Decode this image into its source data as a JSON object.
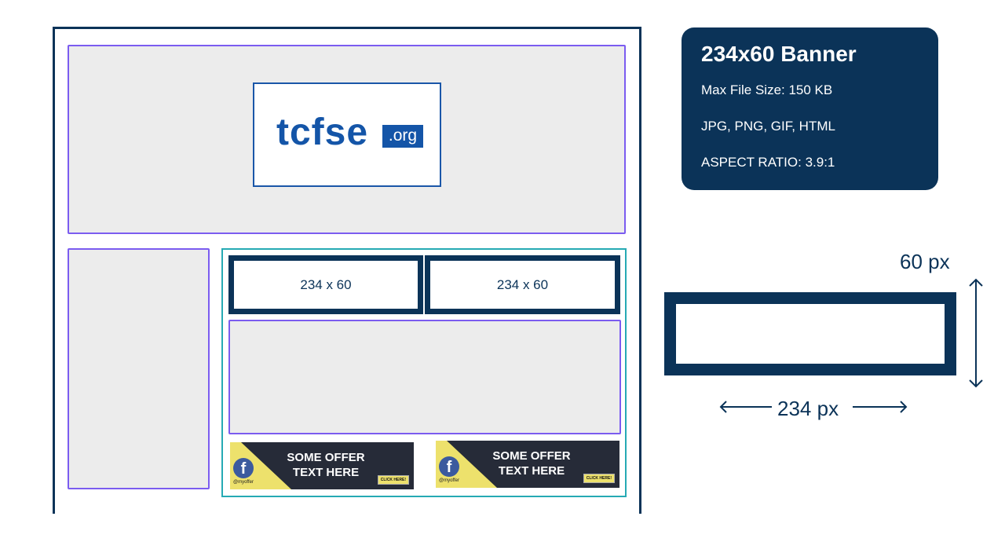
{
  "logo": {
    "name": "tcfse",
    "tld": ".org"
  },
  "slots": [
    "234 x 60",
    "234 x 60"
  ],
  "ads": [
    {
      "line1": "SOME OFFER",
      "line2": "TEXT HERE",
      "handle": "@myoffer",
      "cta": "CLICK HERE!",
      "icon": "facebook-icon"
    },
    {
      "line1": "SOME OFFER",
      "line2": "TEXT HERE",
      "handle": "@myoffer",
      "cta": "CLICK HERE!",
      "icon": "facebook-icon"
    }
  ],
  "info": {
    "title": "234x60 Banner",
    "file_size": "Max File Size: 150 KB",
    "formats": "JPG, PNG, GIF, HTML",
    "aspect": "ASPECT RATIO: 3.9:1"
  },
  "dimensions": {
    "height": "60 px",
    "width": "234 px"
  },
  "colors": {
    "navy": "#0b3358",
    "purple": "#7b5cf0",
    "teal": "#26aab4",
    "yellow": "#ede16c"
  }
}
